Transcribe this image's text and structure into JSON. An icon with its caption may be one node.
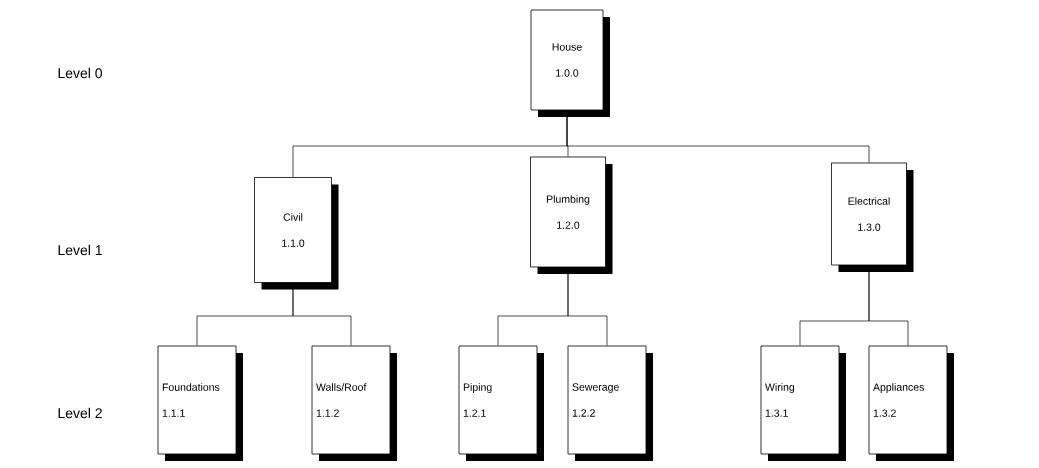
{
  "diagram": {
    "nodes": [
      {
        "text": [
          "House",
          "1.0.0"
        ]
      },
      {
        "text": [
          "Civil",
          "1.1.0"
        ]
      },
      {
        "text": [
          "Plumbing",
          "1.2.0"
        ]
      },
      {
        "text": [
          "Electrical",
          "1.3.0"
        ]
      },
      {
        "text": [
          "Foundations",
          "1.1.1"
        ]
      },
      {
        "text": [
          "Walls/Roof",
          "1.1.2"
        ]
      },
      {
        "text": [
          "Piping",
          "1.2.1"
        ]
      },
      {
        "text": [
          "Sewerage",
          "1.2.2"
        ]
      },
      {
        "text": [
          "Wiring",
          "1.3.1"
        ]
      },
      {
        "text": [
          "Appliances",
          "1.3.2"
        ]
      }
    ],
    "edges": [
      {
        "from": 0,
        "to": 1,
        "arrow": "none"
      },
      {
        "from": 0,
        "to": 2,
        "arrow": "none"
      },
      {
        "from": 0,
        "to": 3,
        "arrow": "none"
      },
      {
        "from": 1,
        "to": 4,
        "arrow": "none"
      },
      {
        "from": 1,
        "to": 5,
        "arrow": "none"
      },
      {
        "from": 2,
        "to": 6,
        "arrow": "none"
      },
      {
        "from": 2,
        "to": 7,
        "arrow": "none"
      },
      {
        "from": 3,
        "to": 8,
        "arrow": "none"
      },
      {
        "from": 3,
        "to": 9,
        "arrow": "none"
      }
    ],
    "labels": [
      "Level 0",
      "Level 1",
      "Level 2"
    ]
  }
}
